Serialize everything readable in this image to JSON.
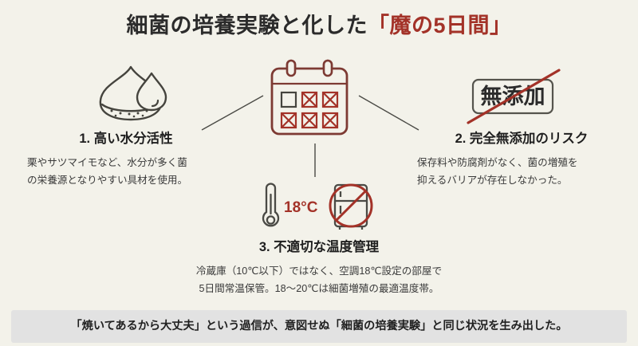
{
  "theme": {
    "background": "#f3f2ea",
    "accent_red": "#a33228",
    "ink": "#2b2b2b",
    "icon_gray": "#4a4a45",
    "footer_bar": "#e2e2e2"
  },
  "title": {
    "text_before": "細菌の培養実験と化した",
    "text_accent": "「魔の5日間」",
    "full": "細菌の培養実験と化した「魔の5日間」"
  },
  "center_icon": {
    "name": "calendar-5-days-icon",
    "days_total": 6,
    "days_marked": 5,
    "days_unmarked": 1
  },
  "items": [
    {
      "number": "1.",
      "heading": "1. 高い水分活性",
      "heading_plain": "高い水分活性",
      "body_lines": [
        "栗やサツマイモなど、水分が多く菌",
        "の栄養源となりやすい具材を使用。"
      ],
      "icon": "water-droplet-chestnut-icon"
    },
    {
      "number": "2.",
      "heading": "2. 完全無添加のリスク",
      "heading_plain": "完全無添加のリスク",
      "body_lines": [
        "保存料や防腐剤がなく、菌の増殖を",
        "抑えるバリアが存在しなかった。"
      ],
      "icon": "no-additive-crossed-out-icon",
      "badge_label": "無添加"
    },
    {
      "number": "3.",
      "heading": "3. 不適切な温度管理",
      "heading_plain": "不適切な温度管理",
      "body_lines": [
        "冷蔵庫（10℃以下）ではなく、空調18℃設定の部屋で",
        "5日間常温保管。18〜20℃は細菌増殖の最適温度帯。"
      ],
      "icon": "thermometer-no-fridge-icon",
      "temperature_label": "18°C"
    }
  ],
  "footer": {
    "text": "「焼いてあるから大丈夫」という過信が、意図せぬ「細菌の培養実験」と同じ状況を生み出した。"
  }
}
